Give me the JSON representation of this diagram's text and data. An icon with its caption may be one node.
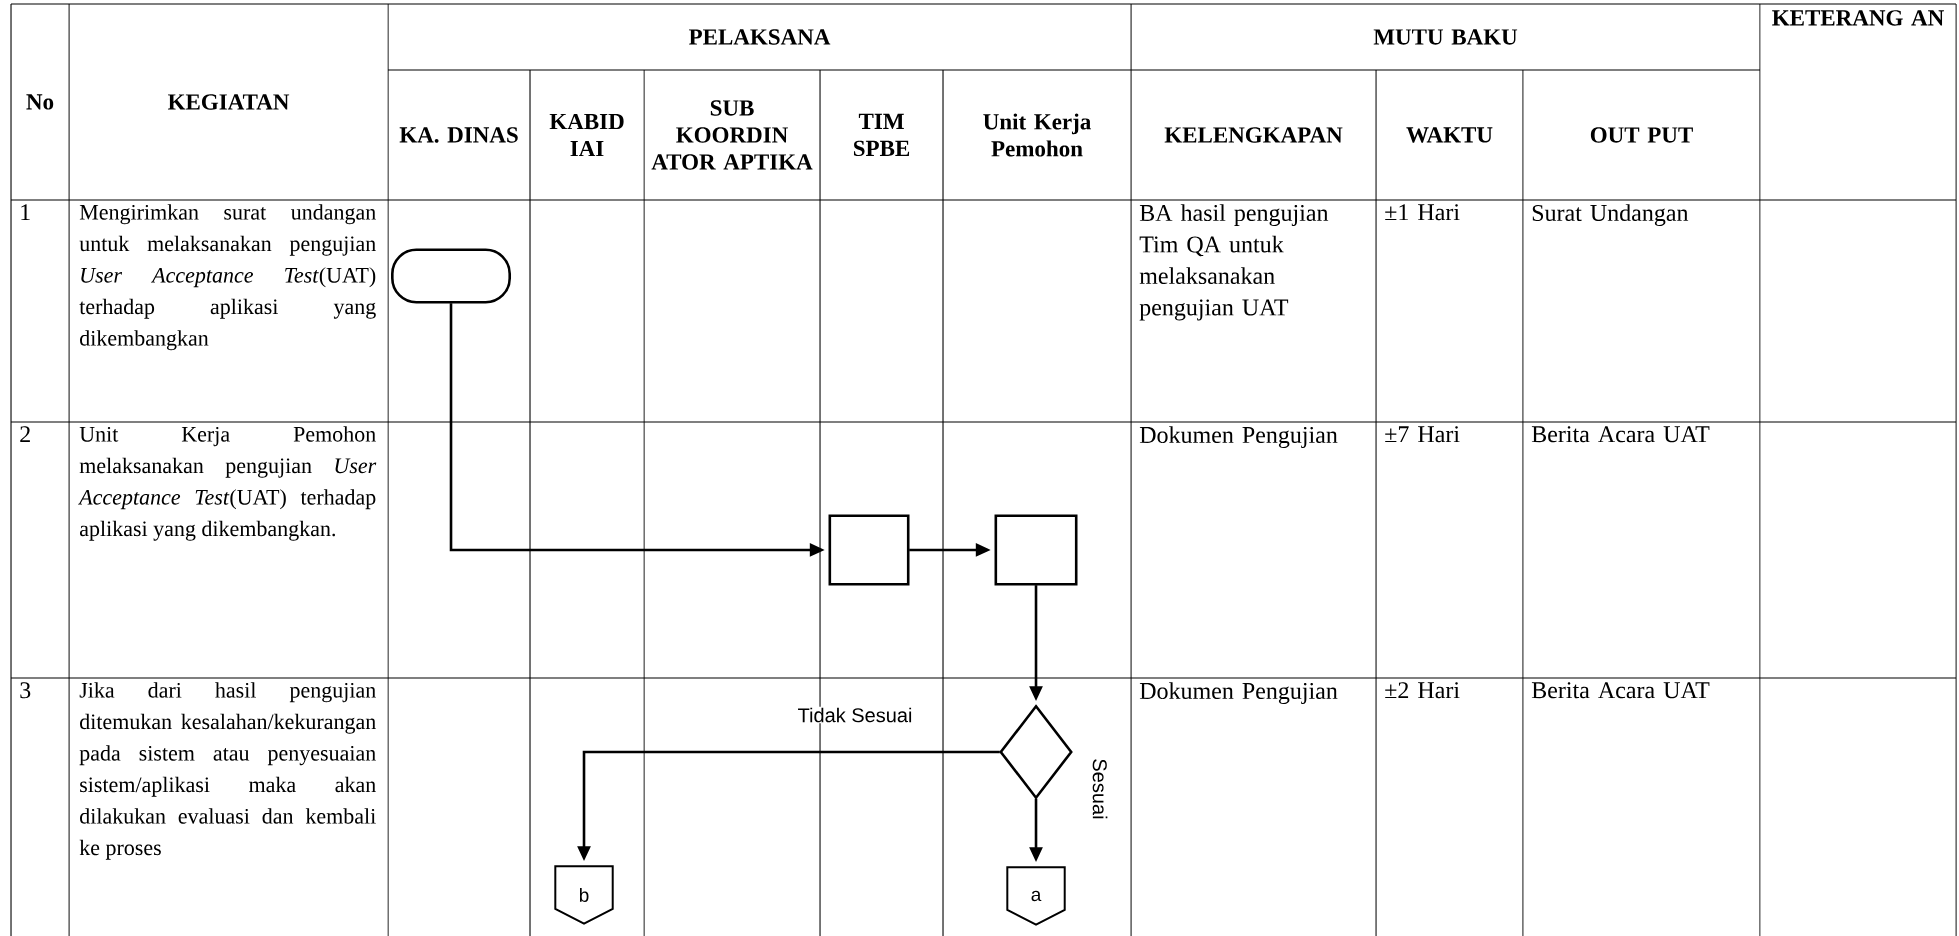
{
  "diagram": {
    "nodes": [
      {
        "text": [],
        "shape": "box"
      },
      {
        "text": [],
        "shape": "box"
      },
      {
        "text": [],
        "shape": "box"
      },
      {
        "text": [],
        "shape": "diamond"
      },
      {
        "text": [
          "b"
        ]
      },
      {
        "text": [
          "a"
        ]
      }
    ],
    "edges": [
      {
        "from": 0,
        "to": 1,
        "arrow": "to"
      },
      {
        "from": 1,
        "to": 2,
        "arrow": "to"
      },
      {
        "from": 2,
        "to": 3,
        "arrow": "to"
      },
      {
        "from": 3,
        "to": 4,
        "arrow": "to",
        "label": "Tidak Sesuai"
      },
      {
        "from": 3,
        "to": 5,
        "arrow": "to",
        "label": "Sesuai"
      }
    ],
    "labels": [
      "No",
      "KEGIATAN",
      "PELAKSANA",
      "MUTU BAKU",
      "KETERANG AN",
      "KA. DINAS",
      "KABID IAI",
      "SUB KOORDIN ATOR APTIKA",
      "TIM SPBE",
      "Unit Kerja Pemohon",
      "KELENGKAPAN",
      "WAKTU",
      "OUT PUT",
      "1",
      "Mengirimkan surat undangan untuk melaksanakan pengujian *User Acceptance Test*(UAT) terhadap aplikasi yang dikembangkan",
      "BA hasil pengujian Tim QA untuk melaksanakan pengujian UAT",
      "±1 Hari",
      "Surat Undangan",
      "2",
      "Unit Kerja Pemohon melaksanakan pengujian *User Acceptance Test*(UAT) terhadap aplikasi yang dikembangkan.",
      "Dokumen Pengujian",
      "±7 Hari",
      "Berita Acara UAT",
      "3",
      "Jika dari hasil pengujian ditemukan kesalahan/kekurangan pada sistem atau penyesuaian sistem/aplikasi maka akan dilakukan evaluasi dan kembali ke proses",
      "Dokumen Pengujian",
      "±2 Hari",
      "Berita Acara UAT"
    ]
  }
}
